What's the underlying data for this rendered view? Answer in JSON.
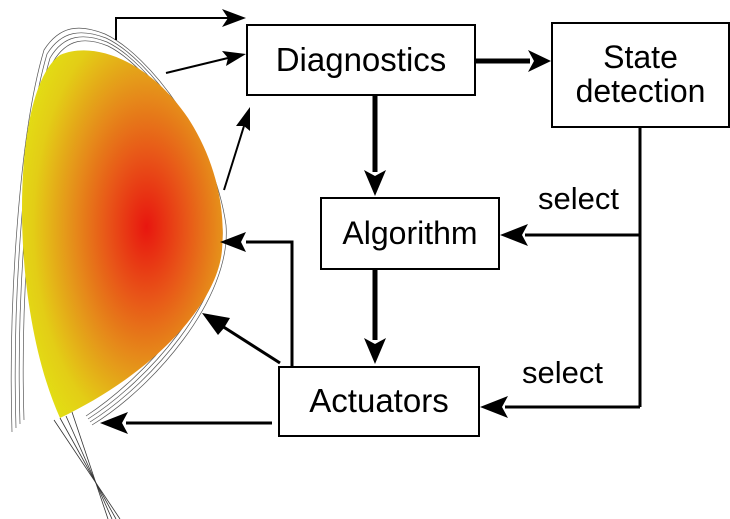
{
  "nodes": {
    "diagnostics": "Diagnostics",
    "state_detection": "State\ndetection",
    "algorithm": "Algorithm",
    "actuators": "Actuators"
  },
  "edge_labels": {
    "select_algorithm": "select",
    "select_actuators": "select"
  },
  "colors": {
    "plasma_core": "#e8160f",
    "plasma_edge": "#e2ef12",
    "lines": "#000000"
  }
}
